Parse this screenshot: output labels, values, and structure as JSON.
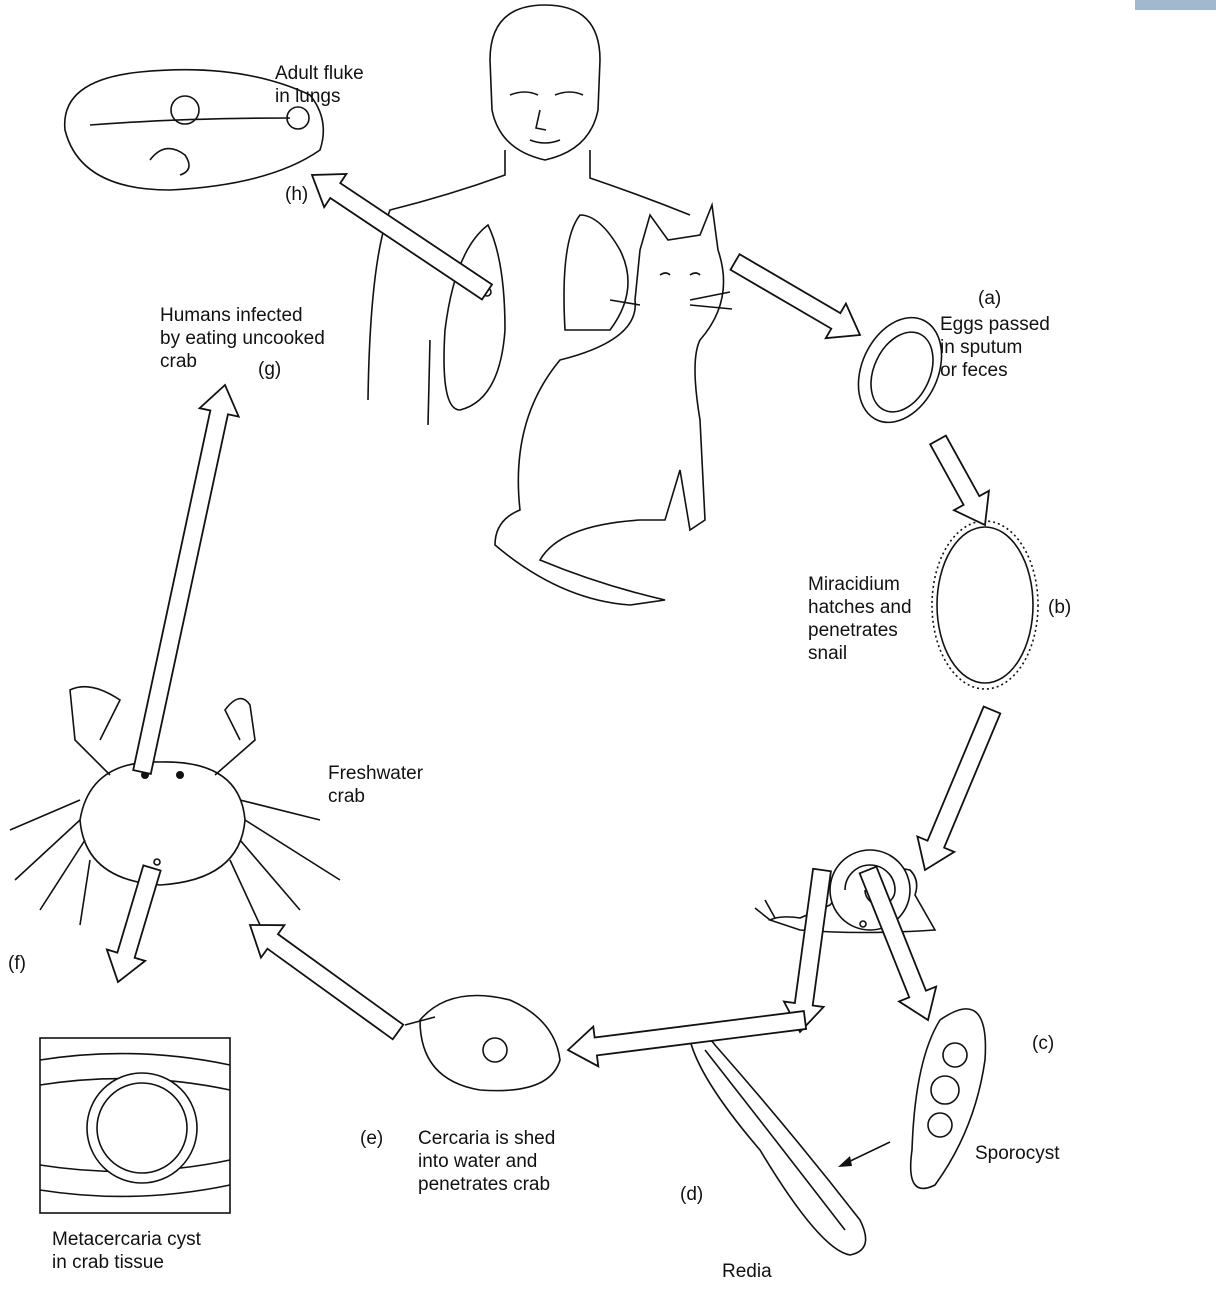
{
  "labels": {
    "adult_fluke": "Adult fluke\nin lungs",
    "h": "(h)",
    "humans_infected": "Humans infected\nby eating uncooked\ncrab",
    "g": "(g)",
    "a": "(a)",
    "eggs": "Eggs passed\nin sputum\nor feces",
    "miracidium": "Miracidium\nhatches and\npenetrates\nsnail",
    "b": "(b)",
    "freshwater_crab": "Freshwater\ncrab",
    "f": "(f)",
    "c": "(c)",
    "sporocyst": "Sporocyst",
    "e": "(e)",
    "cercaria": "Cercaria is shed\ninto water and\npenetrates crab",
    "d": "(d)",
    "redia": "Redia",
    "metacercaria": "Metacercaria cyst\nin crab tissue"
  },
  "colors": {
    "corner_bar": "#a2b8cc",
    "ink": "#111111"
  }
}
